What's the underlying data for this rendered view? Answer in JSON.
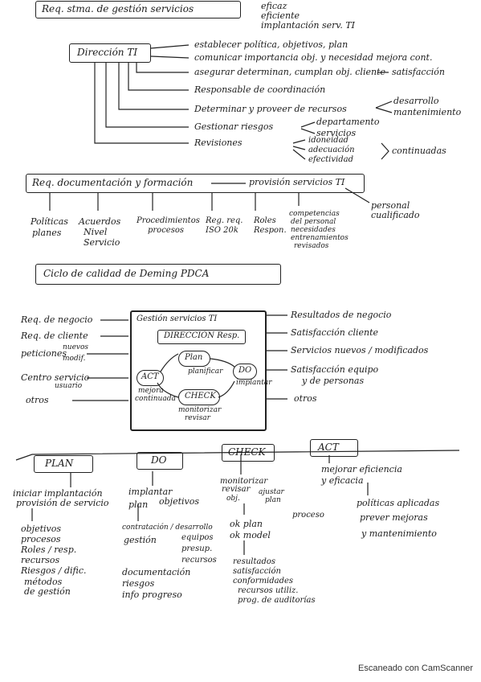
{
  "header": {
    "title": "Req. stma. de gestión servicios",
    "notes": [
      "eficaz",
      "eficiente",
      "implantación serv. TI"
    ]
  },
  "direccion": {
    "label": "Dirección TI",
    "items": [
      "establecer política, objetivos, plan",
      "comunicar importancia obj. y necesidad mejora cont.",
      "asegurar determinan, cumplan obj. cliente",
      "satisfacción",
      "Responsable de coordinación",
      "Determinar y proveer de recursos",
      "desarrollo",
      "mantenimiento",
      "Gestionar riesgos",
      "departamento",
      "servicios",
      "Revisiones",
      "idoneidad",
      "adecuación",
      "efectividad",
      "continuadas"
    ]
  },
  "documentacion": {
    "label": "Req. documentación y formación",
    "target": "provisión servicios TI",
    "personal": [
      "personal",
      "cualificado"
    ],
    "branches": [
      [
        "Políticas",
        "planes"
      ],
      [
        "Acuerdos",
        "Nivel",
        "Servicio"
      ],
      [
        "Procedimientos",
        "procesos"
      ],
      [
        "Reg. req.",
        "ISO 20k"
      ],
      [
        "Roles",
        "Respon."
      ],
      [
        "competencias",
        "del personal",
        "necesidades",
        "entrenamientos",
        "revisados"
      ]
    ]
  },
  "ciclo": {
    "title": "Ciclo de calidad de Deming PDCA",
    "inputs": [
      "Req. de negocio",
      "Req. de cliente",
      "peticiones",
      "nuevos",
      "modif.",
      "Centro servicio",
      "usuario",
      "otros"
    ],
    "core_title": "Gestión servicios TI",
    "core_resp": "DIRECCIÓN Resp.",
    "plan": "Plan",
    "planificar": "planificar",
    "do": "DO",
    "implantar": "implantar",
    "act": "ACT",
    "mejora": [
      "mejora",
      "continuada"
    ],
    "check": "CHECK",
    "monitorizar": [
      "monitorizar",
      "revisar"
    ],
    "outputs": [
      "Resultados de negocio",
      "Satisfacción cliente",
      "Servicios nuevos / modificados",
      "Satisfacción equipo",
      "y de personas",
      "otros"
    ]
  },
  "pdca": {
    "plan": {
      "label": "PLAN",
      "lines": [
        "iniciar implantación",
        "provisión de servicio",
        "objetivos",
        "procesos",
        "Roles / resp.",
        "recursos",
        "Riesgos / dific.",
        "métodos",
        "de gestión"
      ]
    },
    "do": {
      "label": "DO",
      "lines": [
        "implantar",
        "plan",
        "objetivos",
        "contratación / desarrollo",
        "gestión",
        "equipos",
        "presup.",
        "recursos",
        "documentación",
        "riesgos",
        "info progreso"
      ]
    },
    "check": {
      "label": "CHECK",
      "lines": [
        "monitorizar",
        "revisar",
        "obj.",
        "ajustar",
        "plan",
        "ok plan",
        "ok model",
        "proceso",
        "resultados",
        "satisfacción",
        "conformidades",
        "recursos utiliz.",
        "prog. de auditorías"
      ]
    },
    "act": {
      "label": "ACT",
      "lines": [
        "mejorar eficiencia",
        "y eficacia",
        "políticas aplicadas",
        "prever mejoras",
        "y mantenimiento"
      ]
    }
  },
  "footer": "Escaneado con CamScanner"
}
